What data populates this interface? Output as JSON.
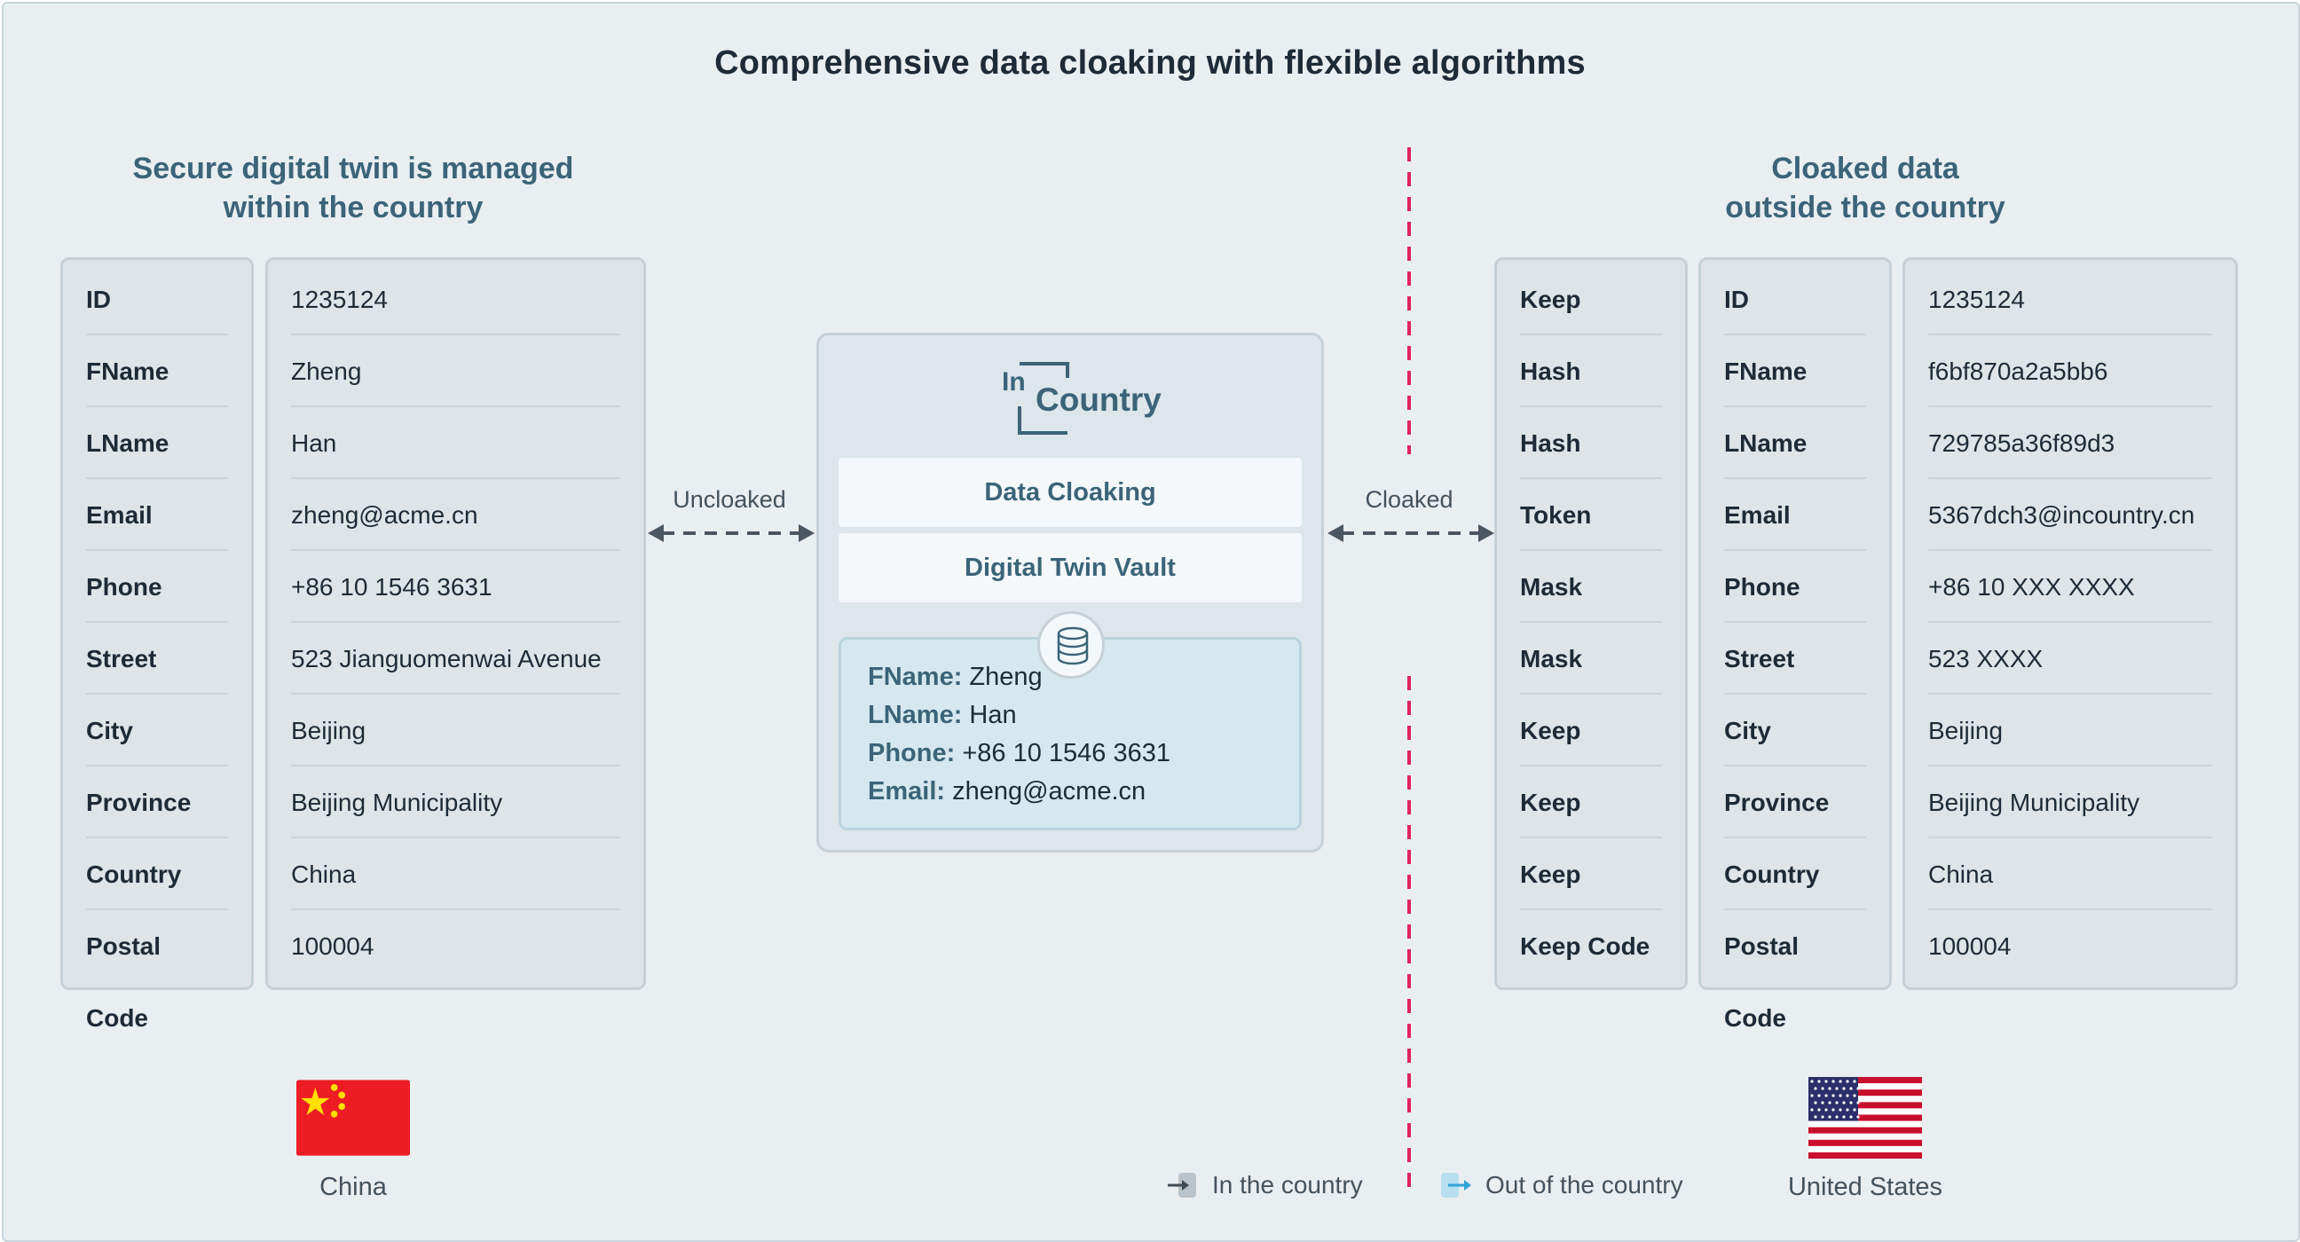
{
  "title": "Comprehensive data cloaking with flexible algorithms",
  "left_heading": [
    "Secure digital twin is managed",
    "within the country"
  ],
  "right_heading": [
    "Cloaked data",
    "outside the country"
  ],
  "left_table": {
    "fields": [
      "ID",
      "FName",
      "LName",
      "Email",
      "Phone",
      "Street",
      "City",
      "Province",
      "Country",
      "Postal Code"
    ],
    "values": [
      "1235124",
      "Zheng",
      "Han",
      "zheng@acme.cn",
      "+86 10 1546 3631",
      "523 Jianguomenwai Avenue",
      "Beijing",
      "Beijing Municipality",
      "China",
      "100004"
    ]
  },
  "right_table": {
    "algorithms": [
      "Keep",
      "Hash",
      "Hash",
      "Token",
      "Mask",
      "Mask",
      "Keep",
      "Keep",
      "Keep",
      "Keep  Code"
    ],
    "fields": [
      "ID",
      "FName",
      "LName",
      "Email",
      "Phone",
      "Street",
      "City",
      "Province",
      "Country",
      "Postal Code"
    ],
    "values": [
      "1235124",
      "f6bf870a2a5bb6",
      "729785a36f89d3",
      "5367dch3@incountry.cn",
      "+86 10 XXX XXXX",
      "523 XXXX",
      "Beijing",
      "Beijing Municipality",
      "China",
      "100004"
    ]
  },
  "arrow_left_label": "Uncloaked",
  "arrow_right_label": "Cloaked",
  "vault": {
    "logo_sup": "In",
    "logo_main": "Country",
    "buttons": [
      "Data Cloaking",
      "Digital Twin Vault"
    ],
    "record": [
      {
        "key": "FName:",
        "value": "Zheng"
      },
      {
        "key": "LName:",
        "value": "Han"
      },
      {
        "key": "Phone:",
        "value": "+86 10 1546 3631"
      },
      {
        "key": "Email:",
        "value": "zheng@acme.cn"
      }
    ],
    "icon": "database-icon"
  },
  "flags": {
    "left": "China",
    "right": "United States"
  },
  "legend": {
    "in": "In the country",
    "out": "Out of the country"
  },
  "colors": {
    "accent": "#3b6478",
    "border_line": "#e0245e",
    "text": "#1d2b38"
  }
}
